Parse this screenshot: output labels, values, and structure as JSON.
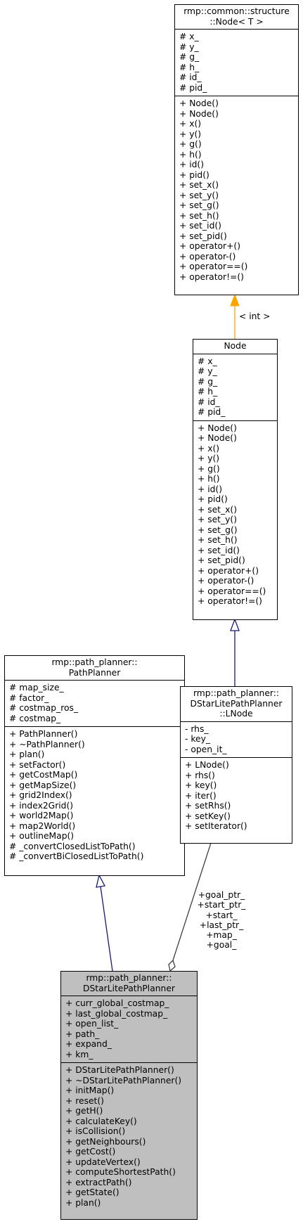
{
  "classes": {
    "node_template": {
      "title_lines": [
        "rmp::common::structure",
        "::Node< T >"
      ],
      "attributes": [
        "# x_",
        "# y_",
        "# g_",
        "# h_",
        "# id_",
        "# pid_"
      ],
      "methods": [
        "+ Node()",
        "+ Node()",
        "+ x()",
        "+ y()",
        "+ g()",
        "+ h()",
        "+ id()",
        "+ pid()",
        "+ set_x()",
        "+ set_y()",
        "+ set_g()",
        "+ set_h()",
        "+ set_id()",
        "+ set_pid()",
        "+ operator+()",
        "+ operator-()",
        "+ operator==()",
        "+ operator!=()"
      ]
    },
    "node": {
      "title_lines": [
        "Node"
      ],
      "attributes": [
        "# x_",
        "# y_",
        "# g_",
        "# h_",
        "# id_",
        "# pid_"
      ],
      "methods": [
        "+ Node()",
        "+ Node()",
        "+ x()",
        "+ y()",
        "+ g()",
        "+ h()",
        "+ id()",
        "+ pid()",
        "+ set_x()",
        "+ set_y()",
        "+ set_g()",
        "+ set_h()",
        "+ set_id()",
        "+ set_pid()",
        "+ operator+()",
        "+ operator-()",
        "+ operator==()",
        "+ operator!=()"
      ]
    },
    "path_planner": {
      "title_lines": [
        "rmp::path_planner::",
        "PathPlanner"
      ],
      "attributes": [
        "# map_size_",
        "# factor_",
        "# costmap_ros_",
        "# costmap_"
      ],
      "methods": [
        "+ PathPlanner()",
        "+ ~PathPlanner()",
        "+ plan()",
        "+ setFactor()",
        "+ getCostMap()",
        "+ getMapSize()",
        "+ grid2Index()",
        "+ index2Grid()",
        "+ world2Map()",
        "+ map2World()",
        "+ outlineMap()",
        "# _convertClosedListToPath()",
        "# _convertBiClosedListToPath()"
      ]
    },
    "lnode": {
      "title_lines": [
        "rmp::path_planner::",
        "DStarLitePathPlanner",
        "::LNode"
      ],
      "attributes": [
        "- rhs_",
        "- key_",
        "- open_it_"
      ],
      "methods": [
        "+ LNode()",
        "+ rhs()",
        "+ key()",
        "+ iter()",
        "+ setRhs()",
        "+ setKey()",
        "+ setIterator()"
      ]
    },
    "dstar": {
      "title_lines": [
        "rmp::path_planner::",
        "DStarLitePathPlanner"
      ],
      "attributes": [
        "+ curr_global_costmap_",
        "+ last_global_costmap_",
        "+ open_list_",
        "+ path_",
        "+ expand_",
        "+ km_"
      ],
      "methods": [
        "+ DStarLitePathPlanner()",
        "+ ~DStarLitePathPlanner()",
        "+ initMap()",
        "+ reset()",
        "+ getH()",
        "+ calculateKey()",
        "+ isCollision()",
        "+ getNeighbours()",
        "+ getCost()",
        "+ updateVertex()",
        "+ computeShortestPath()",
        "+ extractPath()",
        "+ getState()",
        "+ plan()"
      ]
    }
  },
  "relations": {
    "template_label": "< int >",
    "association_labels": [
      "+goal_ptr_",
      "+start_ptr_",
      "+start_",
      "+last_ptr_",
      "+map_",
      "+goal_"
    ]
  },
  "colors": {
    "template_edge": "#ffa500",
    "inheritance_edge": "#191970",
    "association_edge": "#404040",
    "highlight_fill": "#bfbfbf"
  }
}
